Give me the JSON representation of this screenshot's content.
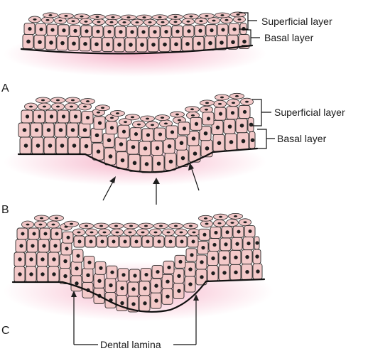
{
  "panels": [
    {
      "id": "A",
      "letter": "A"
    },
    {
      "id": "B",
      "letter": "B"
    },
    {
      "id": "C",
      "letter": "C"
    }
  ],
  "labels": {
    "superficial": "Superficial layer",
    "basal": "Basal layer",
    "dental_lamina": "Dental lamina"
  },
  "colors": {
    "tissue": "#f3c9c9",
    "glow": "#f07aa0",
    "outline": "#111111"
  }
}
